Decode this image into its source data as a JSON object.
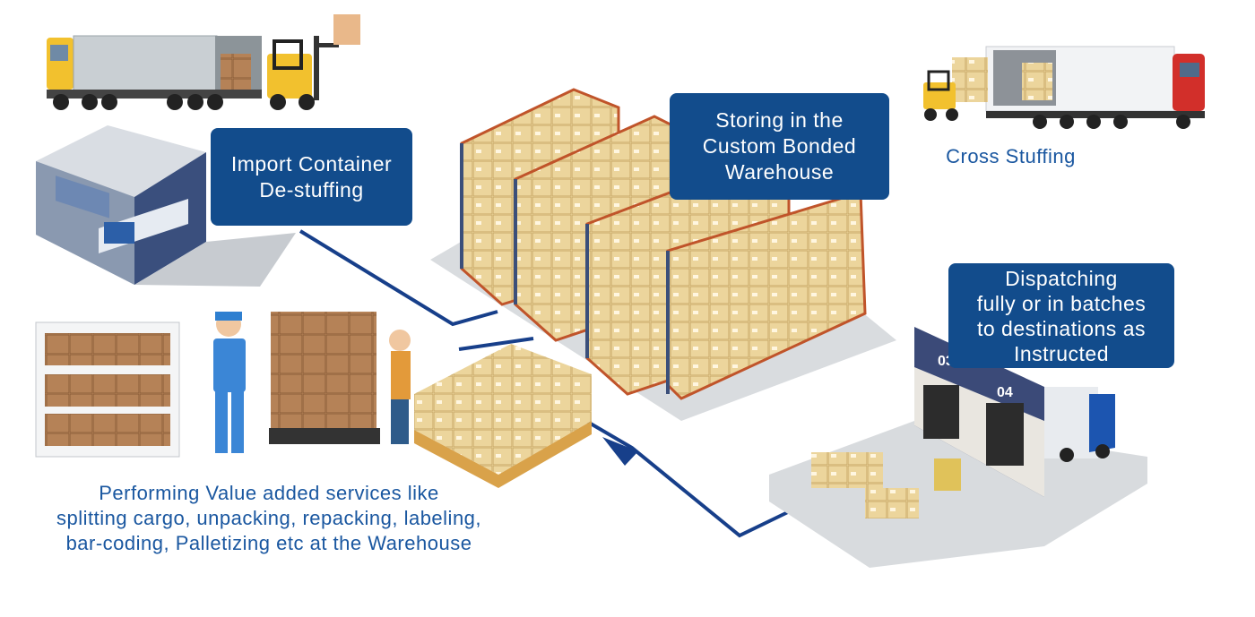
{
  "steps": {
    "import": "Import Container\nDe-stuffing",
    "storing": "Storing in the\nCustom Bonded\nWarehouse",
    "cross": "Cross Stuffing",
    "dispatch": "Dispatching\nfully or in batches\nto destinations as\nInstructed",
    "value_added": "Performing Value added services like\nsplitting cargo, unpacking, repacking, labeling,\nbar-coding, Palletizing etc at the Warehouse"
  },
  "dock_numbers": [
    "03",
    "04"
  ],
  "colors": {
    "box": "#124c8c",
    "line": "#173f8a",
    "text": "#1a57a0",
    "carton": "#e9cf95",
    "rack": "#c0542a"
  }
}
